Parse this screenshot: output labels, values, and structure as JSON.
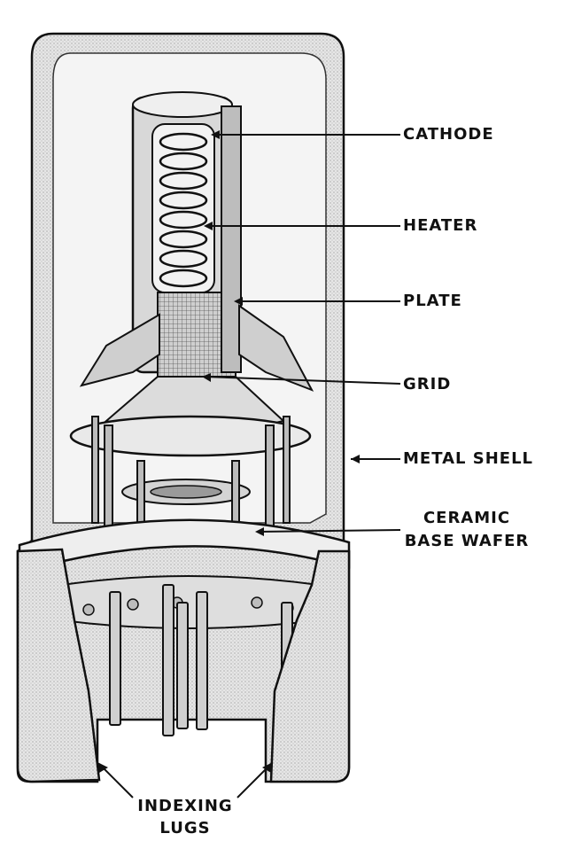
{
  "labels": {
    "cathode": "CATHODE",
    "heater": "HEATER",
    "plate": "PLATE",
    "grid": "GRID",
    "metal_shell": "METAL SHELL",
    "ceramic_line1": "CERAMIC",
    "ceramic_line2": "BASE WAFER",
    "indexing_line1": "INDEXING",
    "indexing_line2": "LUGS"
  },
  "colors": {
    "ink": "#111111",
    "shell_fill": "#e4e4e4",
    "metal_fill": "#d2d2d2",
    "dark_fill": "#9a9a9a",
    "wafer_fill": "#ececec"
  }
}
